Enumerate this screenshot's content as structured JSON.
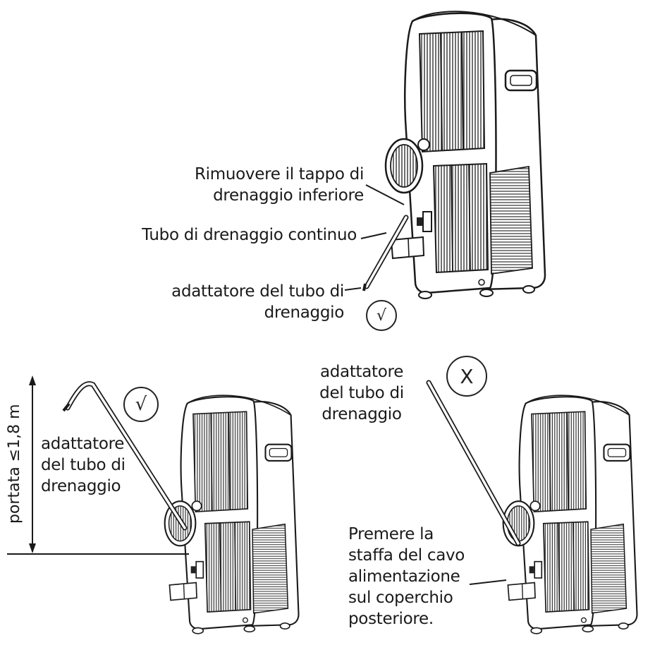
{
  "labels": {
    "remove_plug": [
      "Rimuovere il tappo di",
      "drenaggio inferiore"
    ],
    "continuous_hose": "Tubo di drenaggio continuo",
    "adapter_top": [
      "adattatore del tubo di",
      "drenaggio"
    ],
    "adapter_left": [
      "adattatore",
      "del tubo di",
      "drenaggio"
    ],
    "adapter_right": [
      "adattatore",
      "del tubo di",
      "drenaggio"
    ],
    "height_limit": "portata ≤1,8 m",
    "press_bracket": [
      "Premere la",
      "staffa del cavo",
      "alimentazione",
      "sul coperchio",
      "posteriore."
    ]
  },
  "marks": {
    "correct_top": "√",
    "correct_left": "√",
    "wrong_right": "X"
  },
  "colors": {
    "line": "#1a1a1a",
    "fill": "#ffffff"
  }
}
